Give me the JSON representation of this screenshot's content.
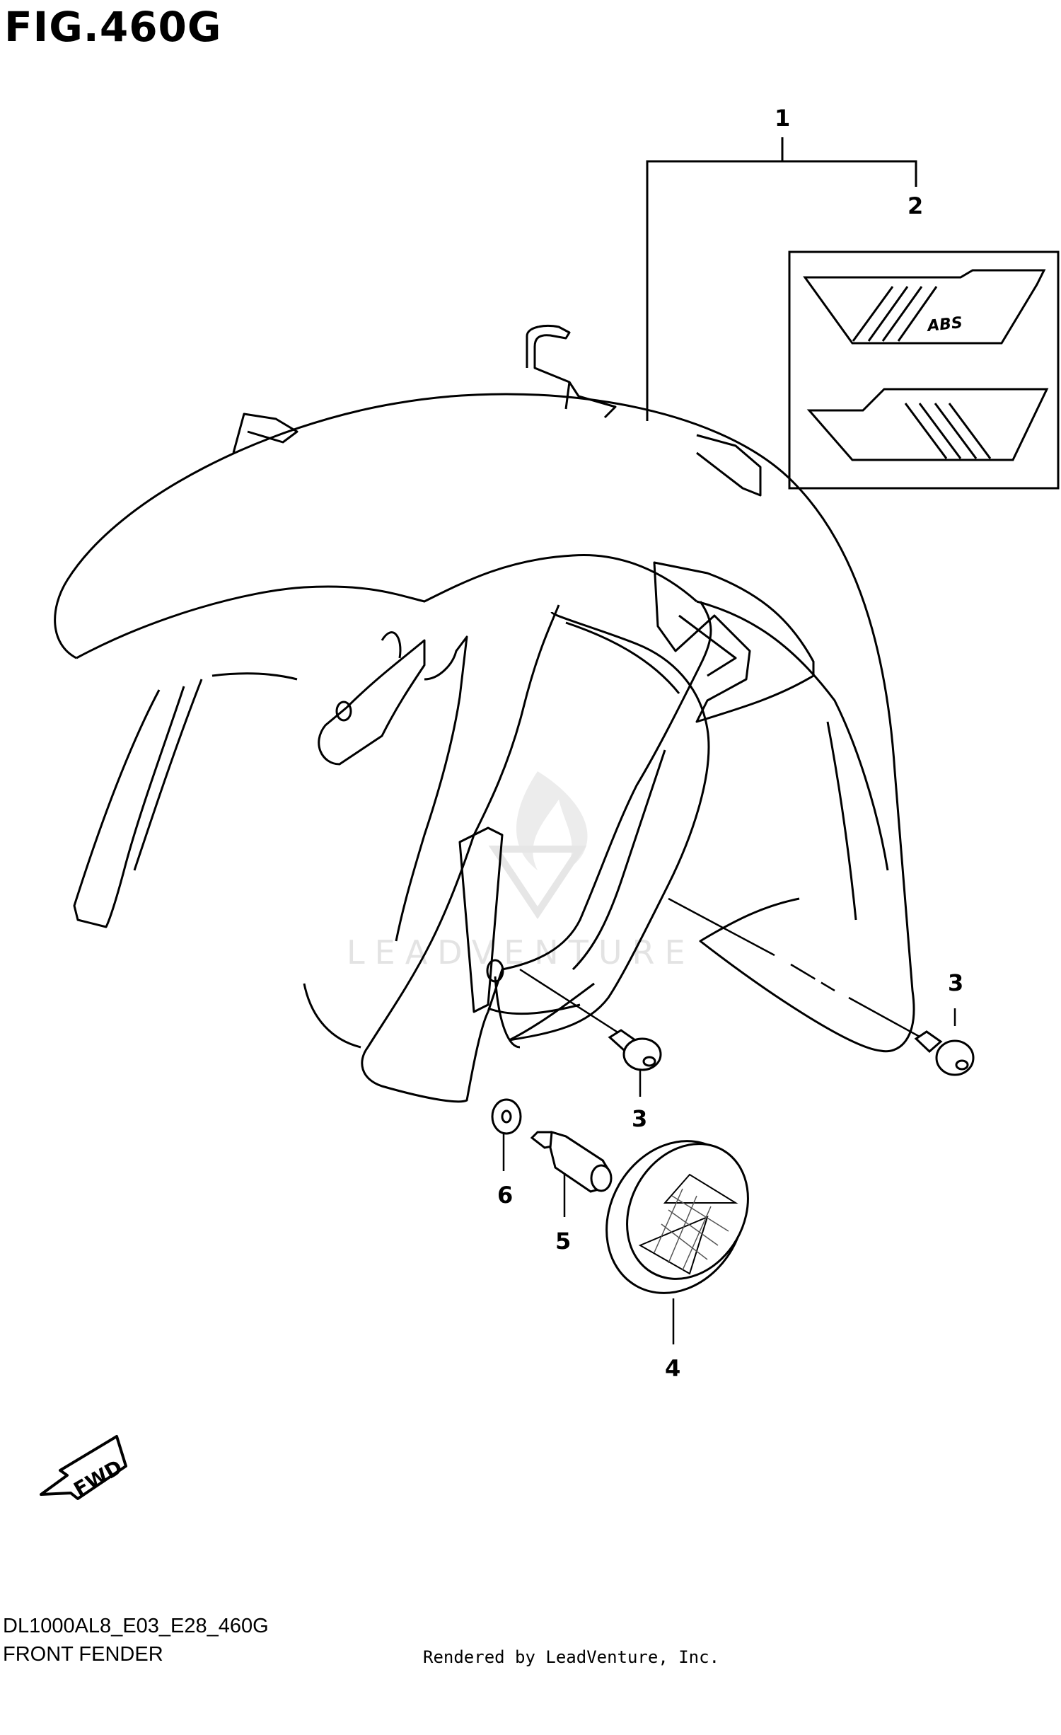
{
  "figure": {
    "title": "FIG.460G",
    "model_code": "DL1000AL8_E03_E28_460G",
    "section_name": "FRONT FENDER"
  },
  "callouts": {
    "c1": "1",
    "c2": "2",
    "c3a": "3",
    "c3b": "3",
    "c4": "4",
    "c5": "5",
    "c6": "6"
  },
  "decal_label": "ABS",
  "direction_label": "FWD",
  "watermark": "LEADVENTURE",
  "render_credit": "Rendered by LeadVenture, Inc.",
  "colors": {
    "line": "#000000",
    "background": "#ffffff",
    "watermark": "#e3e3e3"
  }
}
